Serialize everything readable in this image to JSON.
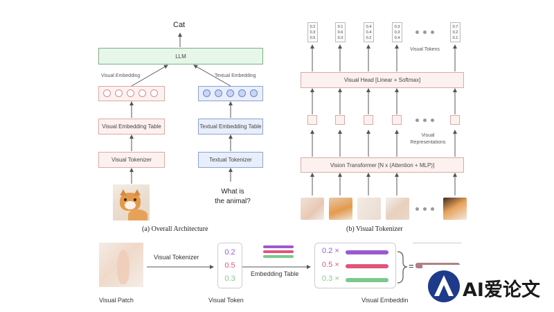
{
  "left_panel": {
    "output": "Cat",
    "llm_label": "LLM",
    "visual_embedding_label": "Visual Embedding",
    "textual_embedding_label": "Textual Embedding",
    "visual_table_label": "Visual Embedding Table",
    "textual_table_label": "Textual Embedding Table",
    "visual_tokenizer_label": "Visual Tokenizer",
    "textual_tokenizer_label": "Textual Tokenizer",
    "question_line1": "What is",
    "question_line2": "the animal?",
    "caption": "(a) Overall Architecture"
  },
  "right_panel": {
    "tokens": [
      [
        "0.2",
        "0.3",
        "0.5"
      ],
      [
        "0.1",
        "0.6",
        "0.3"
      ],
      [
        "0.4",
        "0.4",
        "0.2"
      ],
      [
        "0.3",
        "0.3",
        "0.4"
      ],
      [
        "0.7",
        "0.2",
        "0.1"
      ]
    ],
    "visual_tokens_label": "Visual Tokens",
    "visual_head_label": "Visual Head [Linear + Softmax]",
    "visual_reps_label_line1": "Visual",
    "visual_reps_label_line2": "Representations",
    "vit_label": "Vision Transformer [N x (Attention + MLP)]",
    "caption": "(b) Visual Tokenizer"
  },
  "bottom": {
    "visual_patch_label": "Visual Patch",
    "visual_tokenizer_label": "Visual Tokenizer",
    "visual_token_values": [
      "0.2",
      "0.5",
      "0.3"
    ],
    "visual_token_label": "Visual Token",
    "embedding_table_label": "Embedding Table",
    "weighted_rows": [
      "0.2 ×",
      "0.5 ×",
      "0.3 ×"
    ],
    "equals": "=",
    "visual_embedding_label": "Visual Embeddin",
    "colors": {
      "purple": "#9b59d0",
      "pink": "#e0557a",
      "green": "#7bc98c",
      "mauve": "#b07f86"
    }
  },
  "watermark": {
    "text": "AI爱论文"
  }
}
